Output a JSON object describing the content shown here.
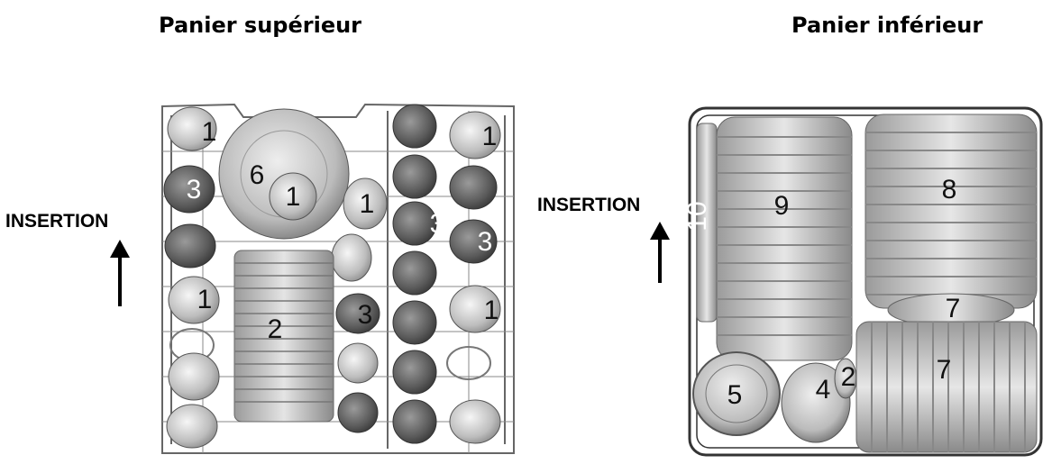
{
  "upper_basket": {
    "title": "Panier supérieur",
    "insertion_label": "INSERTION",
    "labels": {
      "cup_tl": "1",
      "cup_tr": "1",
      "plate_small": "6",
      "cup_center": "1",
      "cup_mid_right": "1",
      "glass_left": "3",
      "glass_right_a": "3",
      "glass_right_b": "3",
      "cup_lower_left": "1",
      "cup_lower_right": "1",
      "plates_stack": "2",
      "glass_mid": "3"
    }
  },
  "lower_basket": {
    "title": "Panier inférieur",
    "insertion_label": "INSERTION",
    "labels": {
      "tray": "10",
      "plates_left": "9",
      "plates_right": "8",
      "plate_stack_mid": "7",
      "plates_bottom": "7",
      "pot": "5",
      "bowl": "4",
      "bowl_small": "2"
    }
  },
  "colors": {
    "outline": "#555555",
    "dark_glass": "#5f5f5f",
    "light_dish": "#d8d8d8"
  }
}
